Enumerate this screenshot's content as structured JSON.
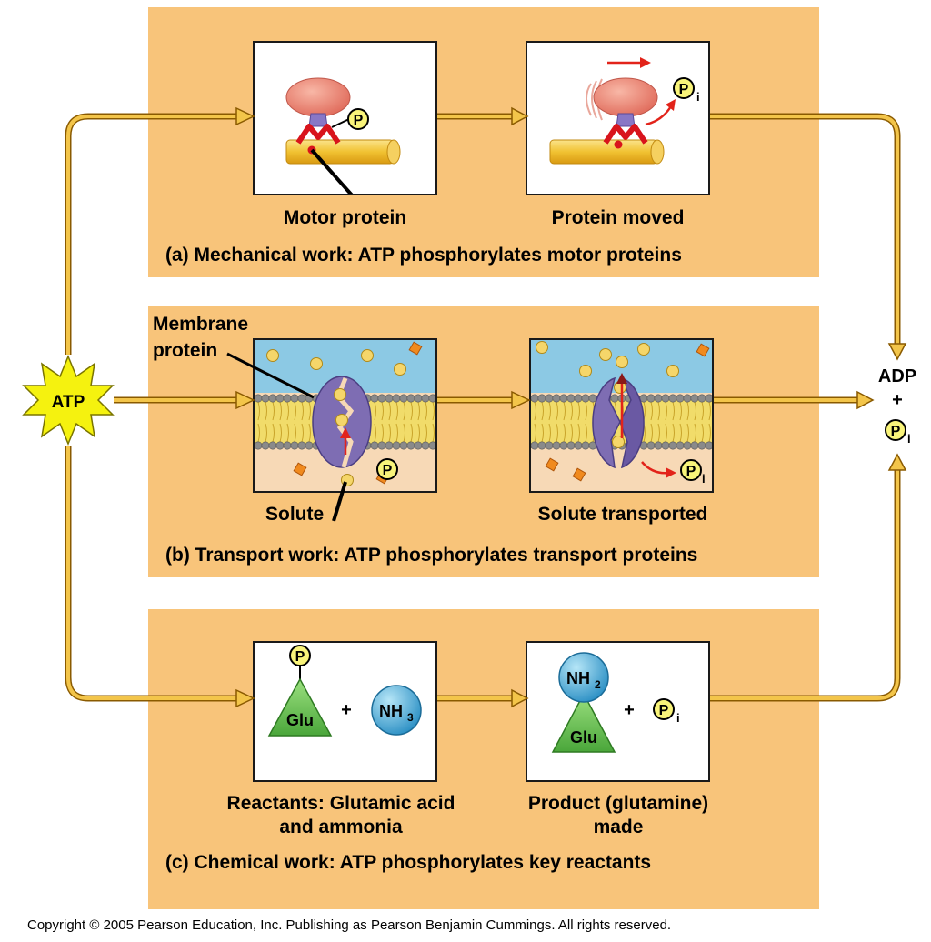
{
  "panels": {
    "a": {
      "caption": "(a) Mechanical work: ATP phosphorylates motor proteins",
      "left_label": "Motor protein",
      "right_label": "Protein moved"
    },
    "b": {
      "caption": "(b) Transport work: ATP phosphorylates transport proteins",
      "membrane_label_1": "Membrane",
      "membrane_label_2": "protein",
      "solute_label": "Solute",
      "right_label": "Solute transported"
    },
    "c": {
      "caption": "(c) Chemical work: ATP phosphorylates key reactants",
      "left_label_1": "Reactants: Glutamic acid",
      "left_label_2": "and ammonia",
      "right_label_1": "Product (glutamine)",
      "right_label_2": "made",
      "glu": "Glu",
      "nh3": "NH",
      "nh3_sub": "3",
      "nh2": "NH",
      "nh2_sub": "2",
      "plus": "+"
    }
  },
  "atp": "ATP",
  "adp": "ADP",
  "adp_plus": "+",
  "phosphate": "P",
  "phosphate_sub": "i",
  "copyright": "Copyright © 2005 Pearson Education, Inc. Publishing as Pearson Benjamin Cummings. All rights reserved.",
  "colors": {
    "panel": "#f8c47a",
    "arrow": "#f3b733",
    "atp_burst": "#f5f20f",
    "motor_protein": "#ec8074",
    "filament": "#f1c232",
    "membrane_water": "#8cc9e4",
    "cytoplasm": "#f7d9b6",
    "transporter": "#7e6db3",
    "glu": "#6fc25a",
    "ammonia": "#39a3d4",
    "red_arrow": "#e2231a",
    "phosphate_circle": "#f9f47a"
  }
}
